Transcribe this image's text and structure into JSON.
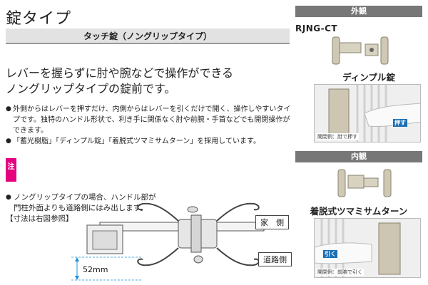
{
  "title": "錠タイプ",
  "subhead": "タッチ錠（ノングリップタイプ）",
  "lead": {
    "line1": "レバーを握らずに肘や腕などで操作ができる",
    "line2": "ノングリップタイプの錠前です。"
  },
  "bullets": [
    "外側からはレバーを押すだけ、内側からはレバーを引くだけで開く、操作しやすいタイプです。独特のハンドル形状で、利き手に関係なく肘や前腕・手首などでも開閉操作ができます。",
    "「蓄光樹脂」「ディンプル錠」「着脱式ツマミサムターン」を採用しています。"
  ],
  "note": {
    "mark": "注",
    "line1": "ノングリップタイプの場合、ハンドル部が",
    "line2": "門柱外面よりも道路側にはみ出します。",
    "line3": "【寸法は右図参照】"
  },
  "diagram": {
    "house_side": "家　側",
    "road_side": "道路側",
    "dimension": "52mm"
  },
  "exterior": {
    "header": "外観",
    "model": "RJNG-CT",
    "caption": "ディンプル錠",
    "photo_label": "開閉例：肘で押す",
    "arrow_text": "押す"
  },
  "interior": {
    "header": "内観",
    "caption": "着脱式ツマミサムターン",
    "photo_label": "開閉例：前腕で引く",
    "arrow_text": "引く"
  }
}
